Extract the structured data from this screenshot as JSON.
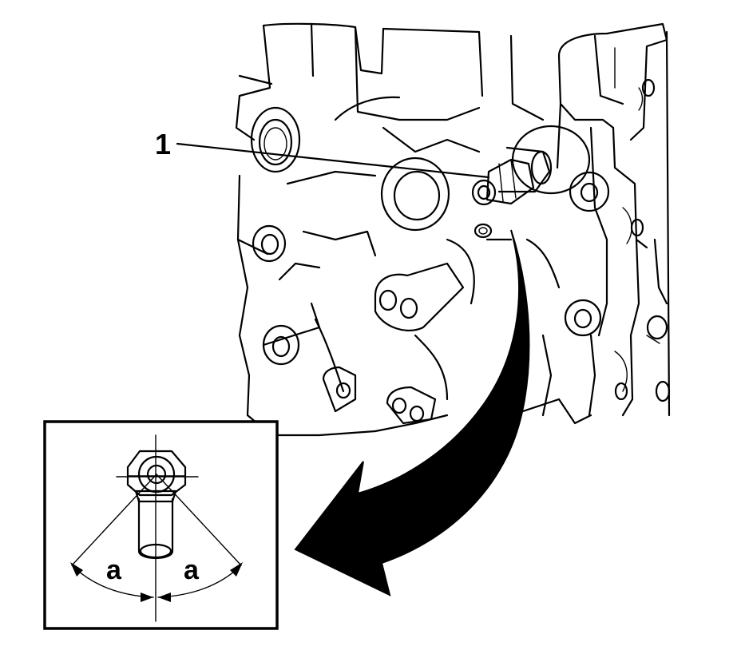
{
  "callouts": [
    {
      "id": "1",
      "label": "1"
    }
  ],
  "detail_view": {
    "angle_labels": [
      "a",
      "a"
    ]
  },
  "colors": {
    "line": "#000000",
    "background": "#ffffff"
  }
}
